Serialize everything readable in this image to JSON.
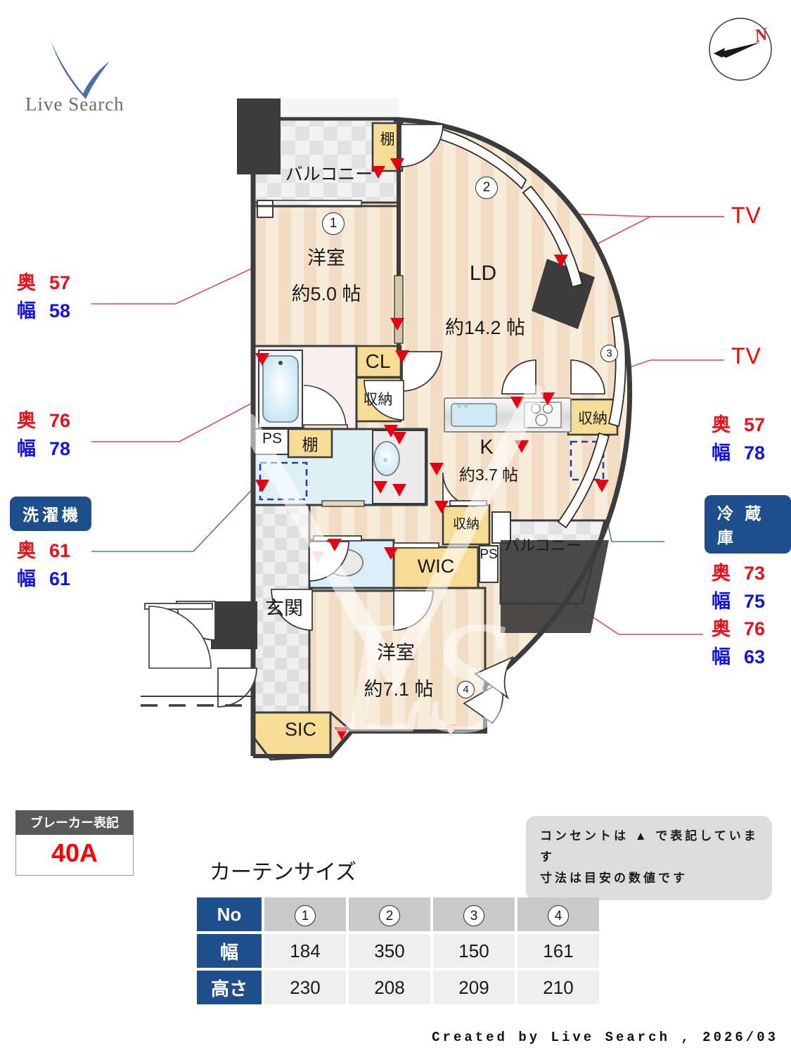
{
  "brand": {
    "name": "Live Search",
    "logo_icon": "check-v-logo"
  },
  "compass": {
    "icon": "compass-north-arrow",
    "north_label": "N"
  },
  "callouts": {
    "left": [
      {
        "id": "left-1",
        "depth_label": "奥",
        "depth_value": "57",
        "width_label": "幅",
        "width_value": "58"
      },
      {
        "id": "left-2",
        "depth_label": "奥",
        "depth_value": "76",
        "width_label": "幅",
        "width_value": "78"
      }
    ],
    "washer": {
      "title": "洗濯機",
      "depth_label": "奥",
      "depth_value": "61",
      "width_label": "幅",
      "width_value": "61"
    },
    "right": [
      {
        "id": "tv-1",
        "label": "TV"
      },
      {
        "id": "tv-2",
        "label": "TV"
      },
      {
        "id": "right-1",
        "depth_label": "奥",
        "depth_value": "57",
        "width_label": "幅",
        "width_value": "78"
      },
      {
        "id": "right-3",
        "depth_label": "奥",
        "depth_value": "76",
        "width_label": "幅",
        "width_value": "63"
      }
    ],
    "fridge": {
      "title": "冷 蔵 庫",
      "depth_label": "奥",
      "depth_value": "73",
      "width_label": "幅",
      "width_value": "75"
    }
  },
  "plan": {
    "rooms": [
      {
        "name": "balcony-north",
        "label": "バルコニー"
      },
      {
        "name": "shelf-north",
        "label": "棚"
      },
      {
        "name": "bedroom-north",
        "label": "洋室",
        "area": "約5.0 帖",
        "marker": "1"
      },
      {
        "name": "living-dining",
        "label": "LD",
        "area": "約14.2 帖",
        "markers": [
          "2",
          "3"
        ]
      },
      {
        "name": "kitchen",
        "label": "K",
        "area": "約3.7 帖"
      },
      {
        "name": "closet-cl",
        "label": "CL"
      },
      {
        "name": "storage-1",
        "label": "収納"
      },
      {
        "name": "storage-2",
        "label": "収納"
      },
      {
        "name": "storage-3",
        "label": "収納"
      },
      {
        "name": "shelf-bath",
        "label": "棚"
      },
      {
        "name": "pipe-shaft-1",
        "label": "PS"
      },
      {
        "name": "pipe-shaft-2",
        "label": "PS"
      },
      {
        "name": "walk-in-closet",
        "label": "WIC"
      },
      {
        "name": "shoe-in-closet",
        "label": "SIC"
      },
      {
        "name": "entrance",
        "label": "玄関"
      },
      {
        "name": "balcony-south",
        "label": "バルコニー"
      },
      {
        "name": "bedroom-south",
        "label": "洋室",
        "area": "約7.1 帖",
        "marker": "4"
      }
    ],
    "watermark": "LS"
  },
  "breaker": {
    "title": "ブレーカー表記",
    "value": "40A"
  },
  "note": {
    "line1": "コンセントは ▲ で表記しています",
    "line2": "寸法は目安の数値です"
  },
  "curtain": {
    "title": "カーテンサイズ",
    "rows": [
      {
        "header": "No",
        "values": [
          "1",
          "2",
          "3",
          "4"
        ]
      },
      {
        "header": "幅",
        "values": [
          "184",
          "350",
          "150",
          "161"
        ]
      },
      {
        "header": "高さ",
        "values": [
          "230",
          "208",
          "209",
          "210"
        ]
      }
    ]
  },
  "footer": {
    "text": "Created by Live Search , 2026/03"
  },
  "colors": {
    "accent_blue": "#1f4e8c",
    "dim_red": "#e8101a",
    "dim_blue": "#1414e0",
    "tv_red": "#ff0000",
    "breaker_red": "#ff0000",
    "floor_light": "#f7ebd9",
    "floor_dark": "#f2dcc4",
    "storage_yellow": "#f7dc96",
    "wall_dark": "#3c3c3c"
  }
}
